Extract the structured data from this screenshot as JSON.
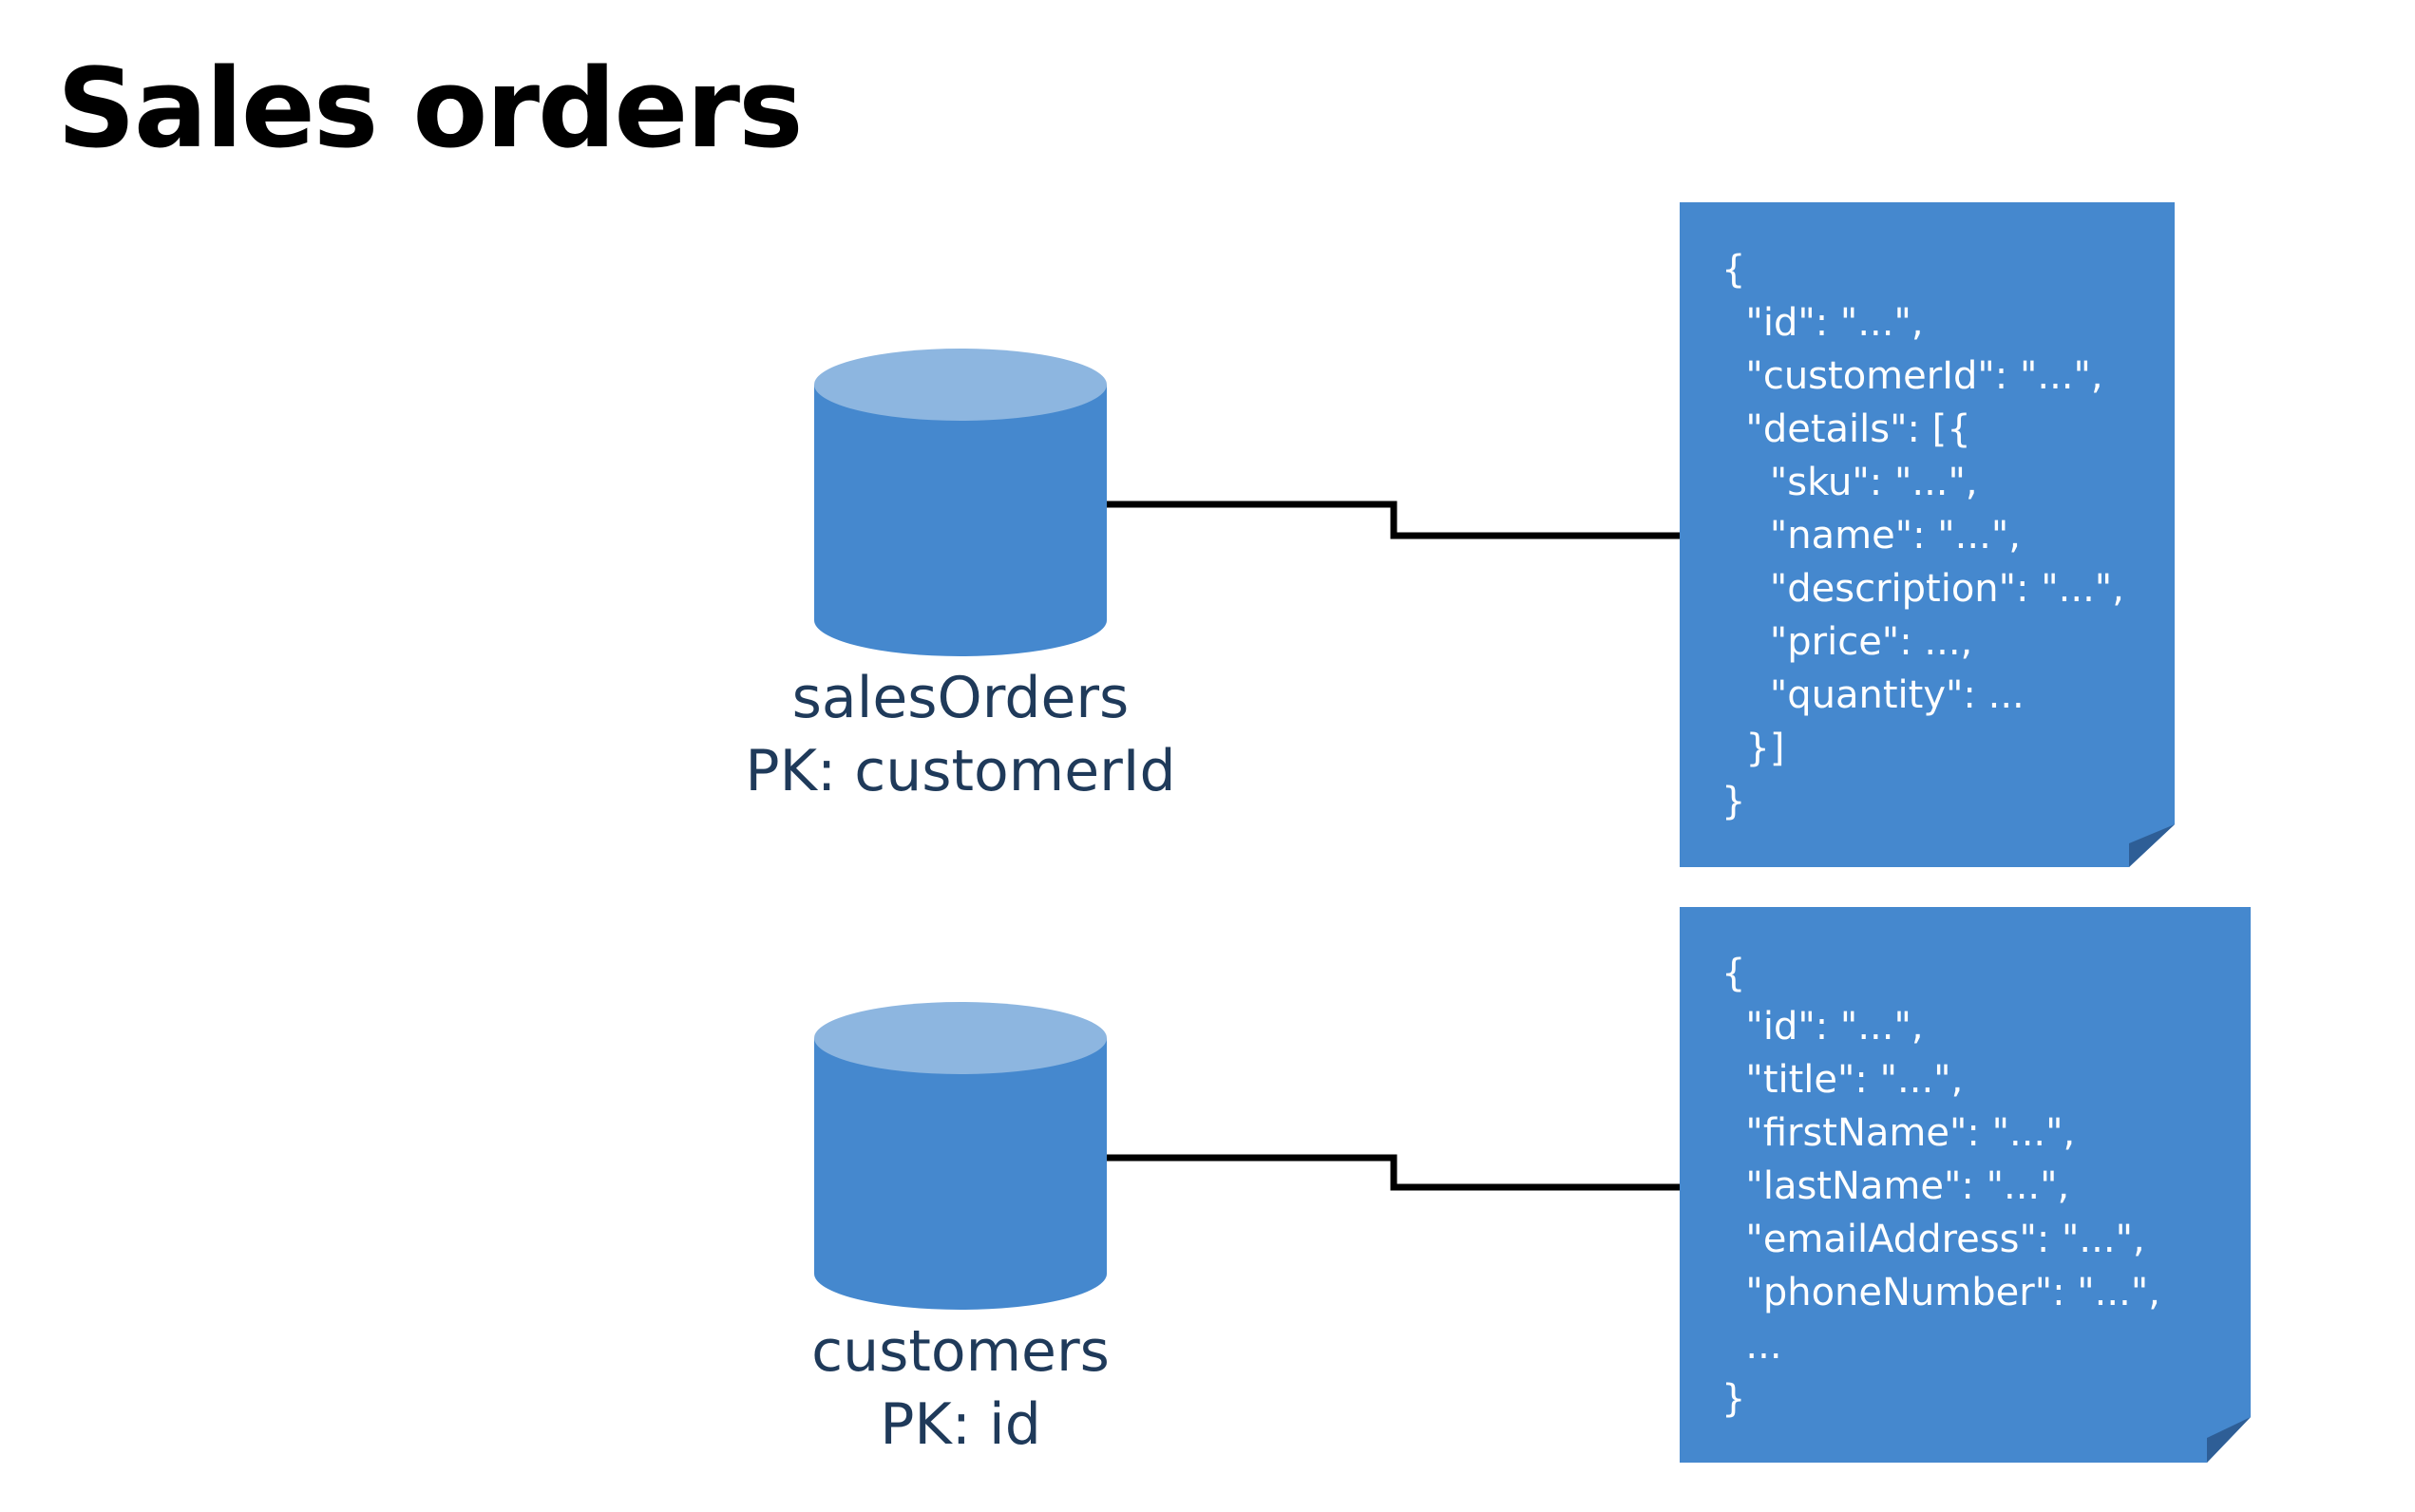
{
  "title": "Sales orders",
  "colors": {
    "cylinder_body": "#4588CE",
    "cylinder_top": "#8DB6E0",
    "document_fill": "#4588CE",
    "document_fold": "#2E5E96",
    "connector": "#000000",
    "label_text": "#1F3A5A",
    "document_text": "#FFFFFF"
  },
  "containers": [
    {
      "name": "salesOrders",
      "partition_key": "PK: customerId",
      "icon": "database-cylinder-icon",
      "document_lines": [
        "{",
        "  \"id\": \"...\",",
        "  \"customerId\": \"...\",",
        "  \"details\": [{",
        "    \"sku\": \"...\",",
        "    \"name\": \"...\",",
        "    \"description\": \"...\",",
        "    \"price\": ...,",
        "    \"quantity\": ...",
        "  }]",
        "}"
      ]
    },
    {
      "name": "customers",
      "partition_key": "PK: id",
      "icon": "database-cylinder-icon",
      "document_lines": [
        "{",
        "  \"id\": \"...\",",
        "  \"title\": \"...\",",
        "  \"firstName\": \"...\",",
        "  \"lastName\": \"...\",",
        "  \"emailAddress\": \"...\",",
        "  \"phoneNumber\": \"...\",",
        "  ...",
        "}"
      ]
    }
  ]
}
